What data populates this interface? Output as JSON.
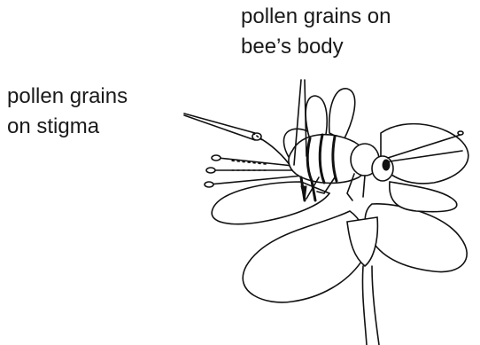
{
  "labels": {
    "bee_body": {
      "line1": "pollen grains on",
      "line2": "bee’s body"
    },
    "stigma": {
      "line1": "pollen grains",
      "line2": "on stigma"
    }
  },
  "colors": {
    "ink": "#111111",
    "background": "#ffffff"
  }
}
